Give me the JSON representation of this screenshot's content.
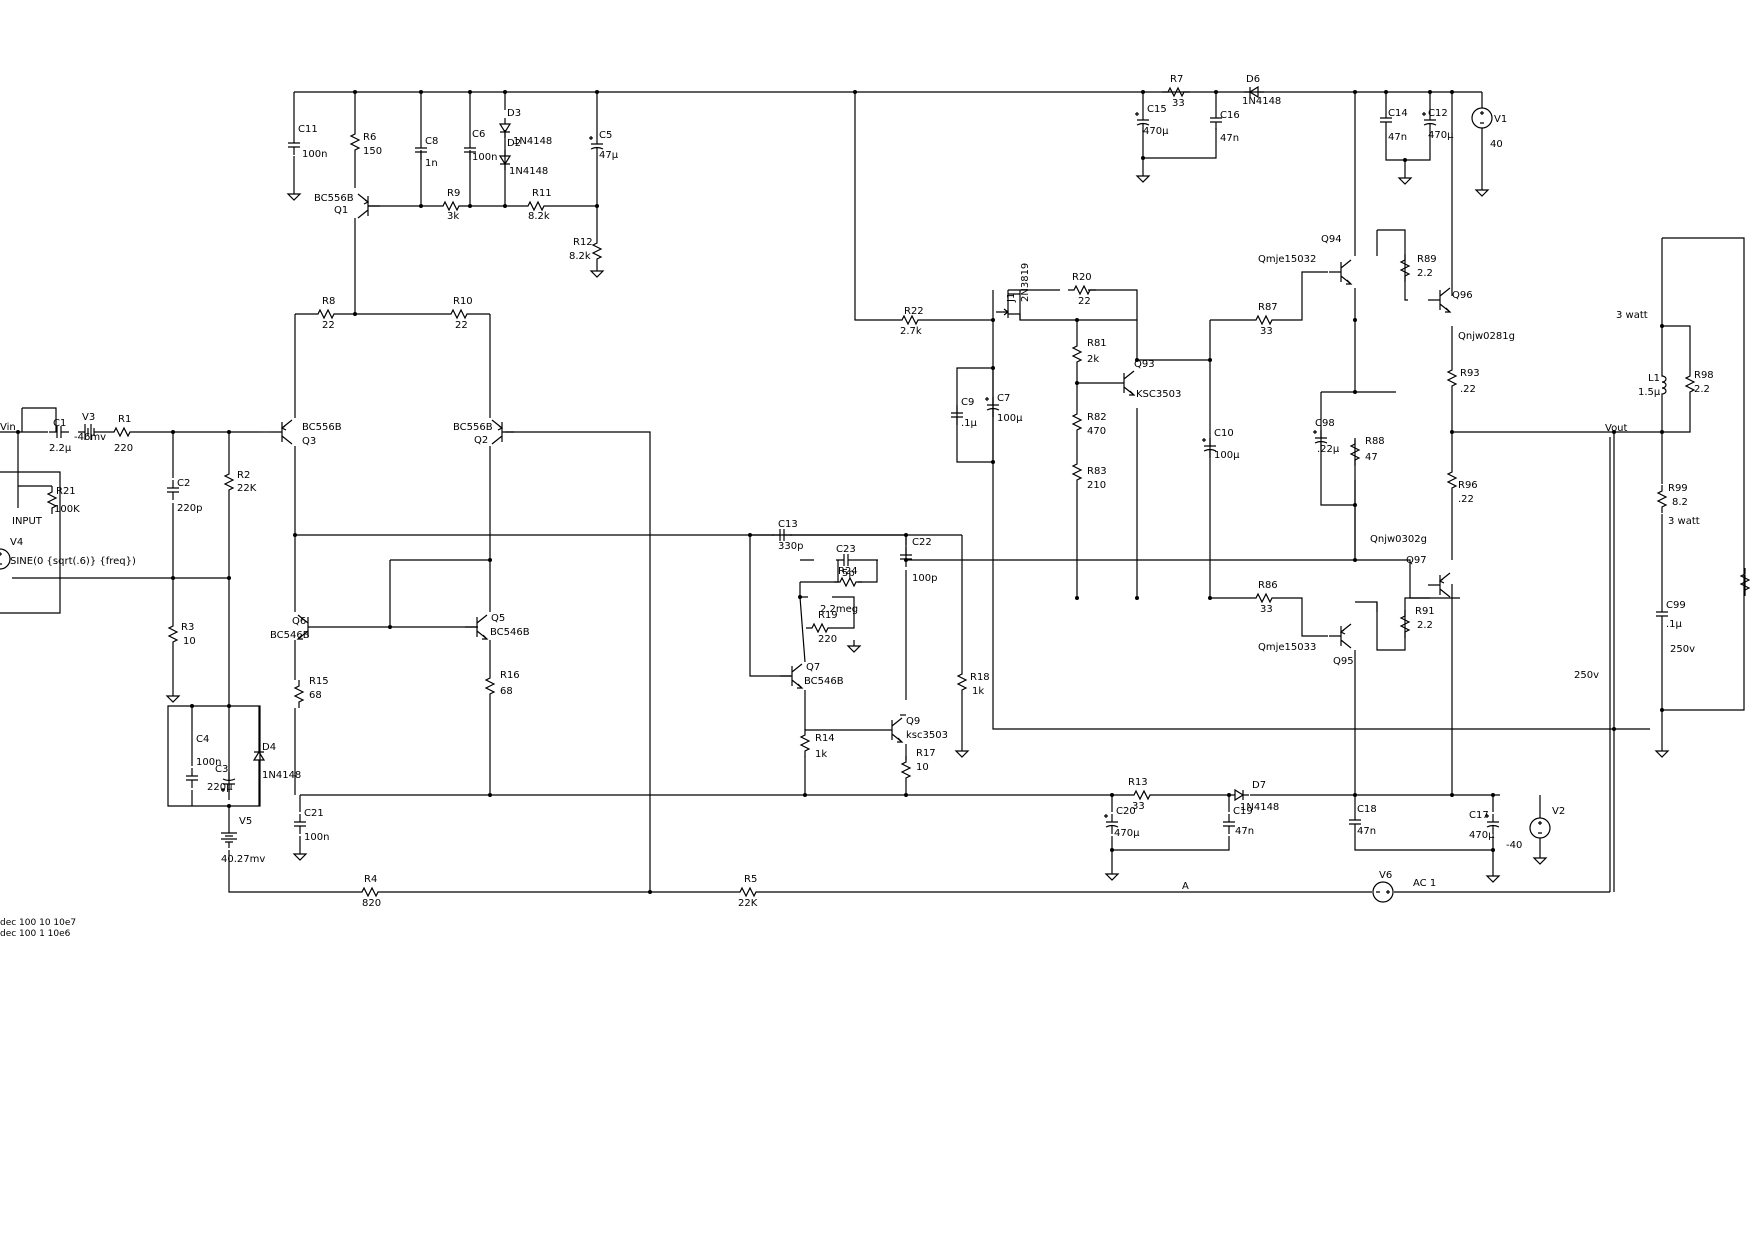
{
  "components": {
    "C11": {
      "ref": "C11",
      "value": "100n"
    },
    "R6": {
      "ref": "R6",
      "value": "150"
    },
    "C8": {
      "ref": "C8",
      "value": "1n"
    },
    "C6": {
      "ref": "C6",
      "value": "100n"
    },
    "D3": {
      "ref": "D3",
      "value": "1N4148"
    },
    "D2": {
      "ref": "D2",
      "value": "1N4148"
    },
    "C5": {
      "ref": "C5",
      "value": "47µ"
    },
    "Q1": {
      "ref": "Q1",
      "value": "BC556B"
    },
    "R9": {
      "ref": "R9",
      "value": "3k"
    },
    "R11": {
      "ref": "R11",
      "value": "8.2k"
    },
    "R12": {
      "ref": "R12",
      "value": "8.2k"
    },
    "R8": {
      "ref": "R8",
      "value": "22"
    },
    "R10": {
      "ref": "R10",
      "value": "22"
    },
    "Q3": {
      "ref": "Q3",
      "value": "BC556B"
    },
    "Q2": {
      "ref": "Q2",
      "value": "BC556B"
    },
    "C1": {
      "ref": "C1",
      "value": "2.2µ"
    },
    "V3": {
      "ref": "V3",
      "value": "-46mv"
    },
    "R1": {
      "ref": "R1",
      "value": "220"
    },
    "R21": {
      "ref": "R21",
      "value": "100K"
    },
    "V4": {
      "ref": "V4",
      "value": "SINE(0 {sqrt(.6)} {freq})"
    },
    "C2": {
      "ref": "C2",
      "value": "220p"
    },
    "R2": {
      "ref": "R2",
      "value": "22K"
    },
    "R3": {
      "ref": "R3",
      "value": "10"
    },
    "C4": {
      "ref": "C4",
      "value": "100n"
    },
    "C3": {
      "ref": "C3",
      "value": "220µ"
    },
    "D4": {
      "ref": "D4",
      "value": "1N4148"
    },
    "V5": {
      "ref": "V5",
      "value": "40.27mv"
    },
    "Q6": {
      "ref": "Q6",
      "value": "BC546B"
    },
    "Q5": {
      "ref": "Q5",
      "value": "BC546B"
    },
    "R15": {
      "ref": "R15",
      "value": "68"
    },
    "R16": {
      "ref": "R16",
      "value": "68"
    },
    "C21": {
      "ref": "C21",
      "value": "100n"
    },
    "R4": {
      "ref": "R4",
      "value": "820"
    },
    "R5": {
      "ref": "R5",
      "value": "22K"
    },
    "C13": {
      "ref": "C13",
      "value": "330p"
    },
    "C23": {
      "ref": "C23",
      "value": "5p"
    },
    "R24": {
      "ref": "R24",
      "value": "2.2meg"
    },
    "C22": {
      "ref": "C22",
      "value": "100p"
    },
    "R19": {
      "ref": "R19",
      "value": "220"
    },
    "Q7": {
      "ref": "Q7",
      "value": "BC546B"
    },
    "R18": {
      "ref": "R18",
      "value": "1k"
    },
    "R14": {
      "ref": "R14",
      "value": "1k"
    },
    "Q9": {
      "ref": "Q9",
      "value": "ksc3503"
    },
    "R17": {
      "ref": "R17",
      "value": "10"
    },
    "R22": {
      "ref": "R22",
      "value": "2.7k"
    },
    "J1": {
      "ref": "J1",
      "value": "2N3819"
    },
    "R20": {
      "ref": "R20",
      "value": "22"
    },
    "C9": {
      "ref": "C9",
      "value": ".1µ"
    },
    "C7": {
      "ref": "C7",
      "value": "100µ"
    },
    "R81": {
      "ref": "R81",
      "value": "2k"
    },
    "R82": {
      "ref": "R82",
      "value": "470"
    },
    "R83": {
      "ref": "R83",
      "value": "210"
    },
    "Q93": {
      "ref": "Q93",
      "value": "KSC3503"
    },
    "C10": {
      "ref": "C10",
      "value": "100µ"
    },
    "R87": {
      "ref": "R87",
      "value": "33"
    },
    "R86": {
      "ref": "R86",
      "value": "33"
    },
    "Q94": {
      "ref": "Q94",
      "value": "Qmje15032"
    },
    "Q95": {
      "ref": "Q95",
      "value": "Qmje15033"
    },
    "C98": {
      "ref": "C98",
      "value": ".22µ"
    },
    "R88": {
      "ref": "R88",
      "value": "47"
    },
    "R89": {
      "ref": "R89",
      "value": "2.2"
    },
    "Q96": {
      "ref": "Q96",
      "value": "Qnjw0281g"
    },
    "R93": {
      "ref": "R93",
      "value": ".22"
    },
    "R96": {
      "ref": "R96",
      "value": ".22"
    },
    "Q97": {
      "ref": "Q97",
      "value": "Qnjw0302g"
    },
    "R91": {
      "ref": "R91",
      "value": "2.2"
    },
    "C15": {
      "ref": "C15",
      "value": "470µ"
    },
    "R7": {
      "ref": "R7",
      "value": "33"
    },
    "D6": {
      "ref": "D6",
      "value": "1N4148"
    },
    "C16": {
      "ref": "C16",
      "value": "47n"
    },
    "C14": {
      "ref": "C14",
      "value": "47n"
    },
    "C12": {
      "ref": "C12",
      "value": "470µ"
    },
    "V1": {
      "ref": "V1",
      "value": "40"
    },
    "L1": {
      "ref": "L1",
      "value": "1.5µ"
    },
    "R98": {
      "ref": "R98",
      "value": "2.2"
    },
    "R99": {
      "ref": "R99",
      "value": "8.2"
    },
    "C99": {
      "ref": "C99",
      "value": ".1µ"
    },
    "C20": {
      "ref": "C20",
      "value": "470µ"
    },
    "R13": {
      "ref": "R13",
      "value": "33"
    },
    "D7": {
      "ref": "D7",
      "value": "1N4148"
    },
    "C19": {
      "ref": "C19",
      "value": "47n"
    },
    "C18": {
      "ref": "C18",
      "value": "47n"
    },
    "C17": {
      "ref": "C17",
      "value": "470µ"
    },
    "V2": {
      "ref": "V2",
      "value": "-40"
    },
    "V6": {
      "ref": "V6",
      "value": "AC 1"
    }
  },
  "labels": {
    "vin": "Vin",
    "input": "INPUT",
    "vout": "Vout",
    "node_a": "A",
    "watt1": "3 watt",
    "watt2": "3 watt",
    "v250a": "250v",
    "v250b": "250v"
  },
  "directives": [
    "dec 100 10 10e7",
    "dec 100 1 10e6"
  ]
}
